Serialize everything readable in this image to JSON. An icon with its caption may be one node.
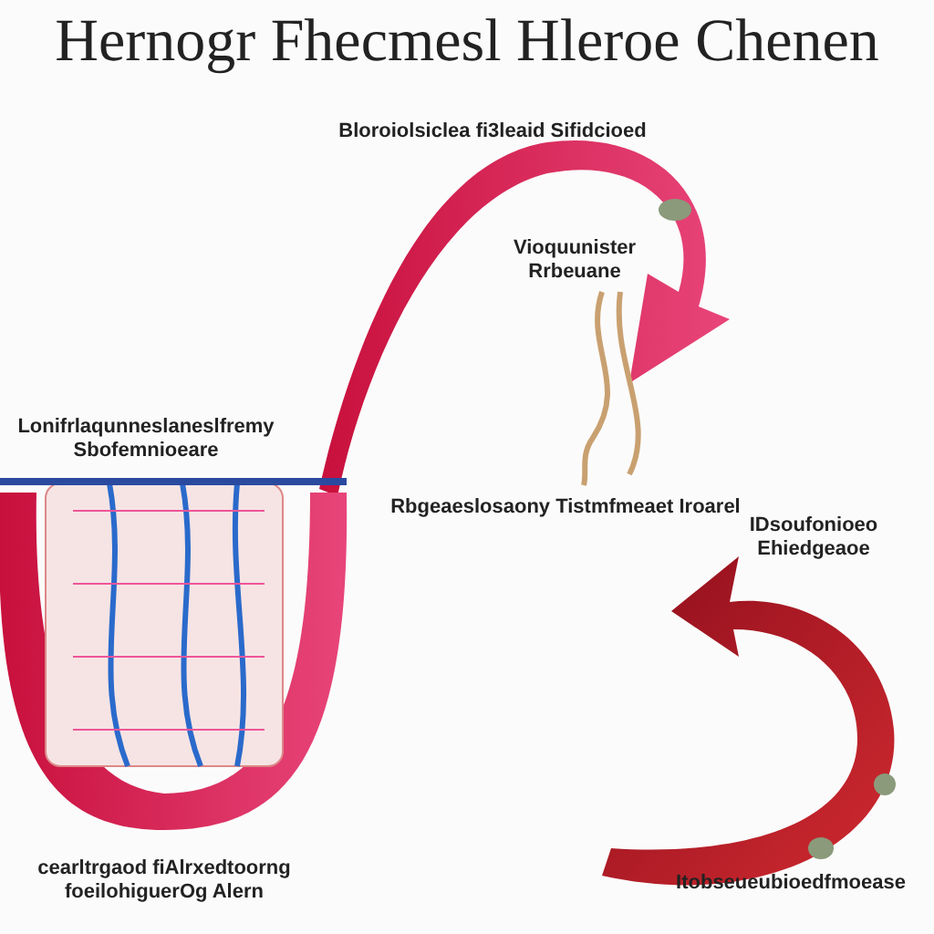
{
  "diagram": {
    "title": "Hernogr Fhecmesl Hleroe Chenen",
    "labels": [
      "Bloroiolsiclea fi3leaid Sifidcioed",
      "Vioquunister Rrbeuane",
      "Lonifrlaqunneslaneslfremy Sbofemnioeare",
      "Rbgeaeslosaony Tistmfmeaet Iroarel",
      "IDsoufonioeo Ehiedgeaoe",
      "cearltrgaod fiAlrxedtoorng foeilohiguerOg Alern",
      "Itobseueubioedfmoease"
    ]
  }
}
